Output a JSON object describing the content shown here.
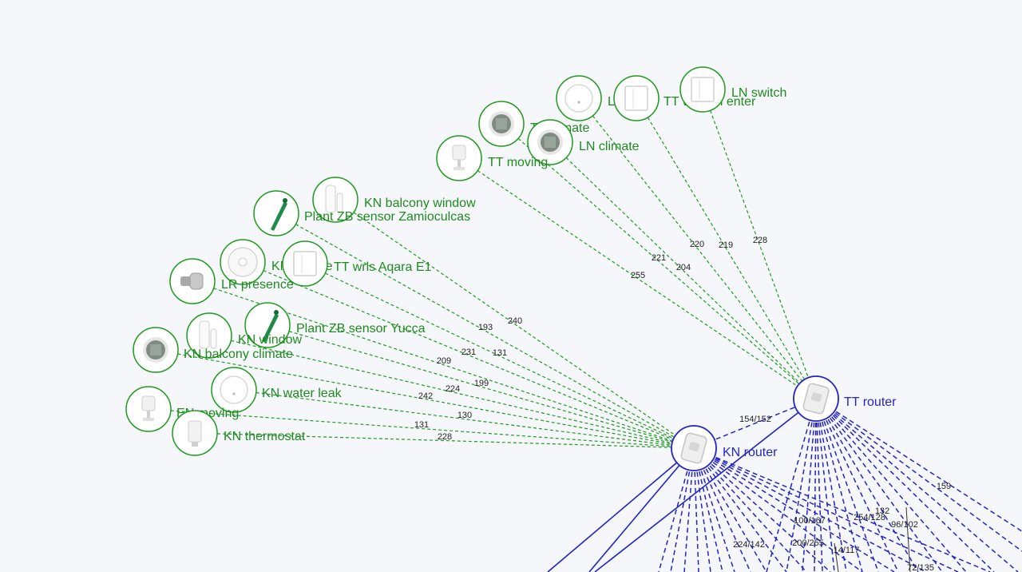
{
  "colors": {
    "end_device": "#1f9a1f",
    "router": "#2323c8",
    "background": "#f6f7fa"
  },
  "routers": [
    {
      "id": "tt",
      "label": "TT router",
      "icon": "router-plug-icon"
    },
    {
      "id": "kn",
      "label": "KN router",
      "icon": "router-plug-icon"
    }
  ],
  "devices": [
    {
      "label": "LN leak",
      "icon": "water-leak-sensor-icon",
      "parent": "tt",
      "lqi": "220"
    },
    {
      "label": "TT wd 2ch enter",
      "icon": "wall-switch-icon",
      "parent": "tt",
      "lqi": "219"
    },
    {
      "label": "LN switch",
      "icon": "wall-switch-icon",
      "parent": "tt",
      "lqi": "228"
    },
    {
      "label": "TT climate",
      "icon": "climate-sensor-icon",
      "parent": "tt",
      "lqi": "221"
    },
    {
      "label": "LN climate",
      "icon": "climate-sensor-icon",
      "parent": "tt",
      "lqi": "204"
    },
    {
      "label": "TT moving",
      "icon": "motion-sensor-icon",
      "parent": "tt",
      "lqi": "255"
    },
    {
      "label": "KN balcony window",
      "icon": "door-window-sensor-icon",
      "parent": "kn",
      "lqi": "240"
    },
    {
      "label": "Plant ZB sensor Zamioculcas",
      "icon": "plant-sensor-icon",
      "parent": "kn",
      "lqi": "193"
    },
    {
      "label": "KN Smoke",
      "icon": "smoke-detector-icon",
      "parent": "kn",
      "lqi": "231"
    },
    {
      "label": "TT wrls Aqara E1",
      "icon": "wall-switch-icon",
      "parent": "kn",
      "lqi": "131"
    },
    {
      "label": "LR presence",
      "icon": "presence-sensor-icon",
      "parent": "kn",
      "lqi": "209"
    },
    {
      "label": "Plant ZB sensor Yucca",
      "icon": "plant-sensor-icon",
      "parent": "kn",
      "lqi": "199"
    },
    {
      "label": "KN window",
      "icon": "door-window-sensor-icon",
      "parent": "kn",
      "lqi": "224"
    },
    {
      "label": "KN balcony climate",
      "icon": "climate-sensor-icon",
      "parent": "kn",
      "lqi": "242"
    },
    {
      "label": "KN water leak",
      "icon": "water-leak-sensor-icon",
      "parent": "kn",
      "lqi": "130"
    },
    {
      "label": "EN moving",
      "icon": "motion-sensor-icon",
      "parent": "kn",
      "lqi": "131"
    },
    {
      "label": "KN thermostat",
      "icon": "thermostat-valve-icon",
      "parent": "kn",
      "lqi": "228"
    }
  ],
  "link_labels": [
    {
      "text": "154/152"
    },
    {
      "text": "159"
    },
    {
      "text": "100/167"
    },
    {
      "text": "254/128"
    },
    {
      "text": "132"
    },
    {
      "text": "96/102"
    },
    {
      "text": "224/142"
    },
    {
      "text": "200/255"
    },
    {
      "text": "14/117"
    },
    {
      "text": "72/135"
    }
  ]
}
